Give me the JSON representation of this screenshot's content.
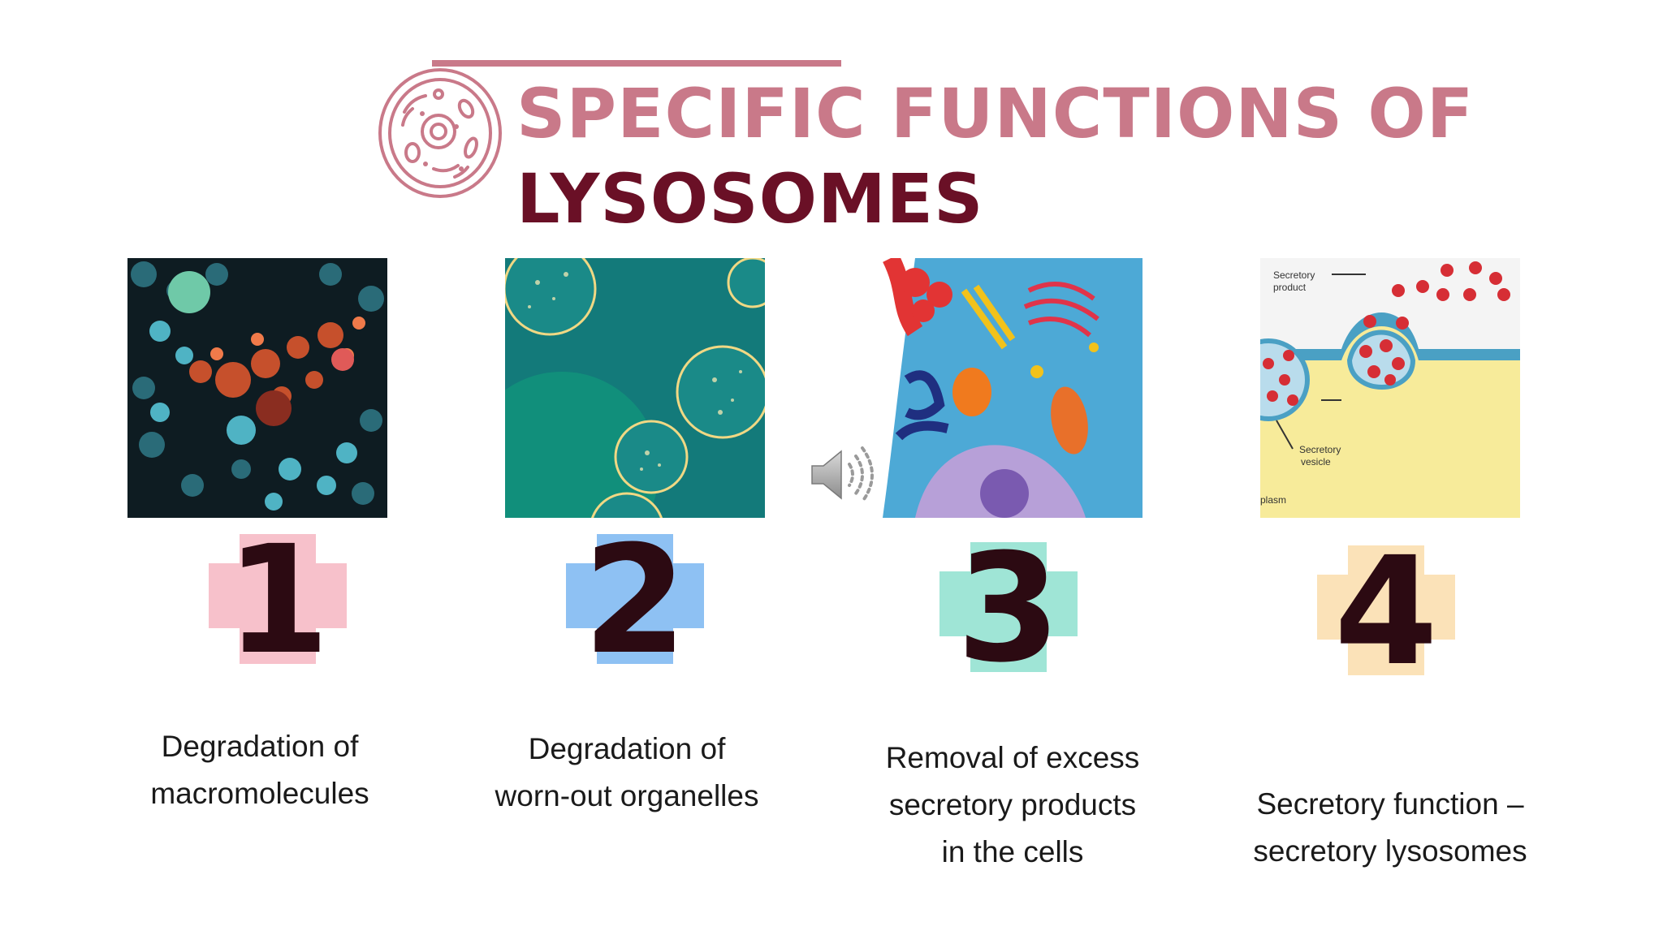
{
  "title": {
    "line1": "SPECIFIC FUNCTIONS OF",
    "line2": "LYSOSOMES"
  },
  "colors": {
    "title_accent": "#c97989",
    "title_dark": "#6a1026",
    "number_text": "#2c0a12"
  },
  "functions": [
    {
      "number": "1",
      "caption": "Degradation of\nmacromolecules",
      "badge_color": "#f7c1cb"
    },
    {
      "number": "2",
      "caption": "Degradation of\nworn-out organelles",
      "badge_color": "#8ec1f3"
    },
    {
      "number": "3",
      "caption": "Removal of excess\nsecretory products\nin the cells",
      "badge_color": "#9fe5d6"
    },
    {
      "number": "4",
      "caption": "Secretory function –\nsecretory lysosomes",
      "badge_color": "#fbe2b8"
    }
  ],
  "figure4_labels": {
    "product": "Secretory\nproduct",
    "vesicle": "Secretory\nvesicle",
    "plasm": "plasm"
  },
  "icons": {
    "cell": "cell-icon",
    "speaker": "speaker-icon"
  }
}
